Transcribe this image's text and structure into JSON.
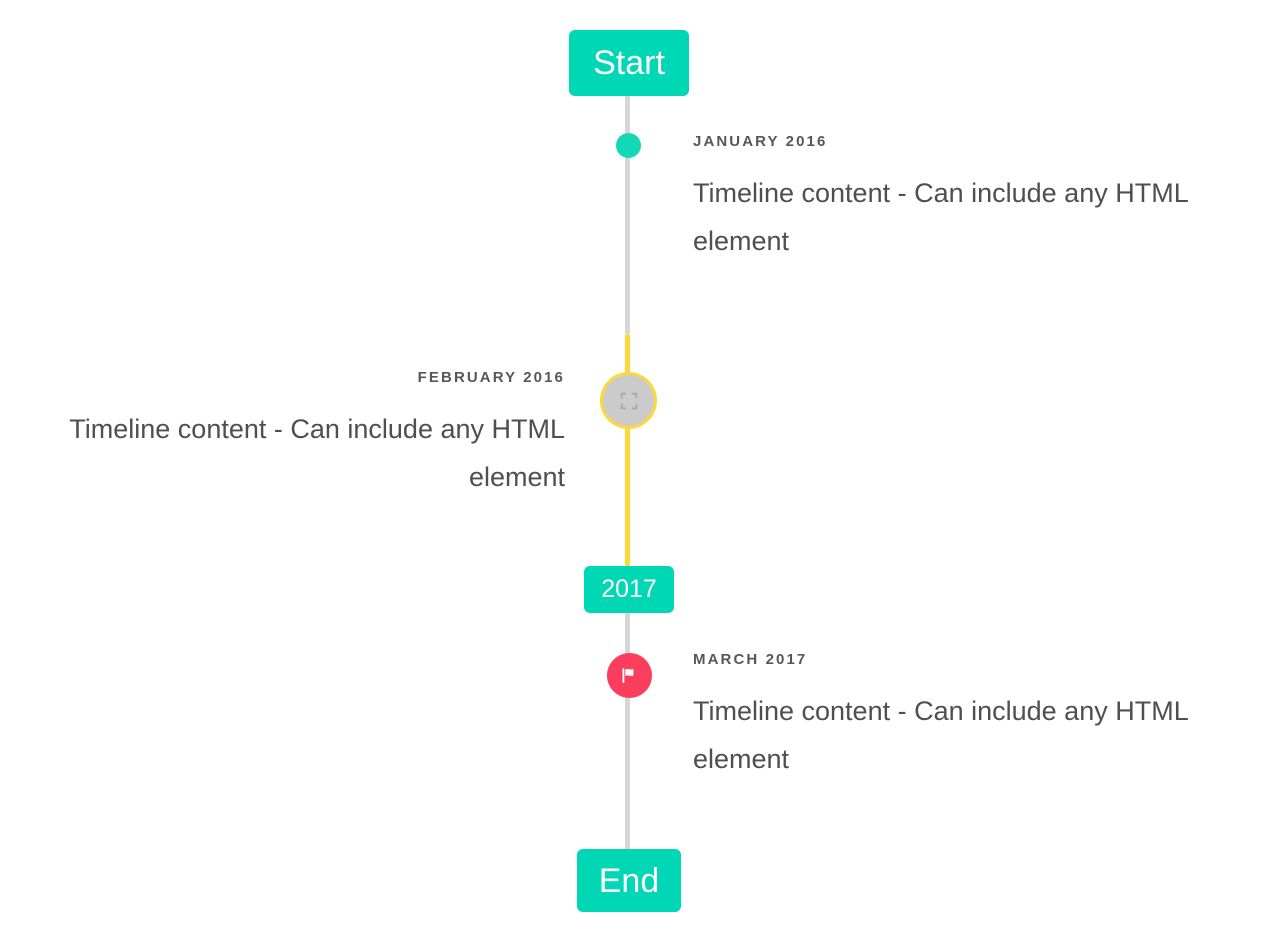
{
  "theme": {
    "accent_teal": "#00d7b5",
    "rail_grey": "#d6d6d9",
    "rail_active_yellow": "#fbd93d",
    "marker_pink": "#fc3e5e",
    "marker_grey": "#cbcbcb",
    "label_text": "#575757",
    "body_text": "#4f4f4f",
    "background": "#ffffff"
  },
  "timeline": {
    "start_badge": {
      "label": "Start",
      "icon": "none"
    },
    "year_badge": {
      "label": "2017",
      "icon": "none"
    },
    "end_badge": {
      "label": "End",
      "icon": "none"
    },
    "entries": [
      {
        "id": "january-2016",
        "label": "JANUARY 2016",
        "body": "Timeline content - Can include any HTML element",
        "side": "right",
        "marker": {
          "type": "dot",
          "icon": "teal-dot-icon",
          "color": "#12d8b6"
        }
      },
      {
        "id": "february-2016",
        "label": "FEBRUARY 2016",
        "body": "Timeline content - Can include any HTML element",
        "side": "left",
        "marker": {
          "type": "circle-image",
          "icon": "broken-image-icon",
          "color": "#cbcbcb",
          "ring_color": "#fbd93d"
        }
      },
      {
        "id": "march-2017",
        "label": "MARCH 2017",
        "body": "Timeline content - Can include any HTML element",
        "side": "right",
        "marker": {
          "type": "circle-flag",
          "icon": "flag-icon",
          "color": "#fc3e5e"
        }
      }
    ]
  }
}
